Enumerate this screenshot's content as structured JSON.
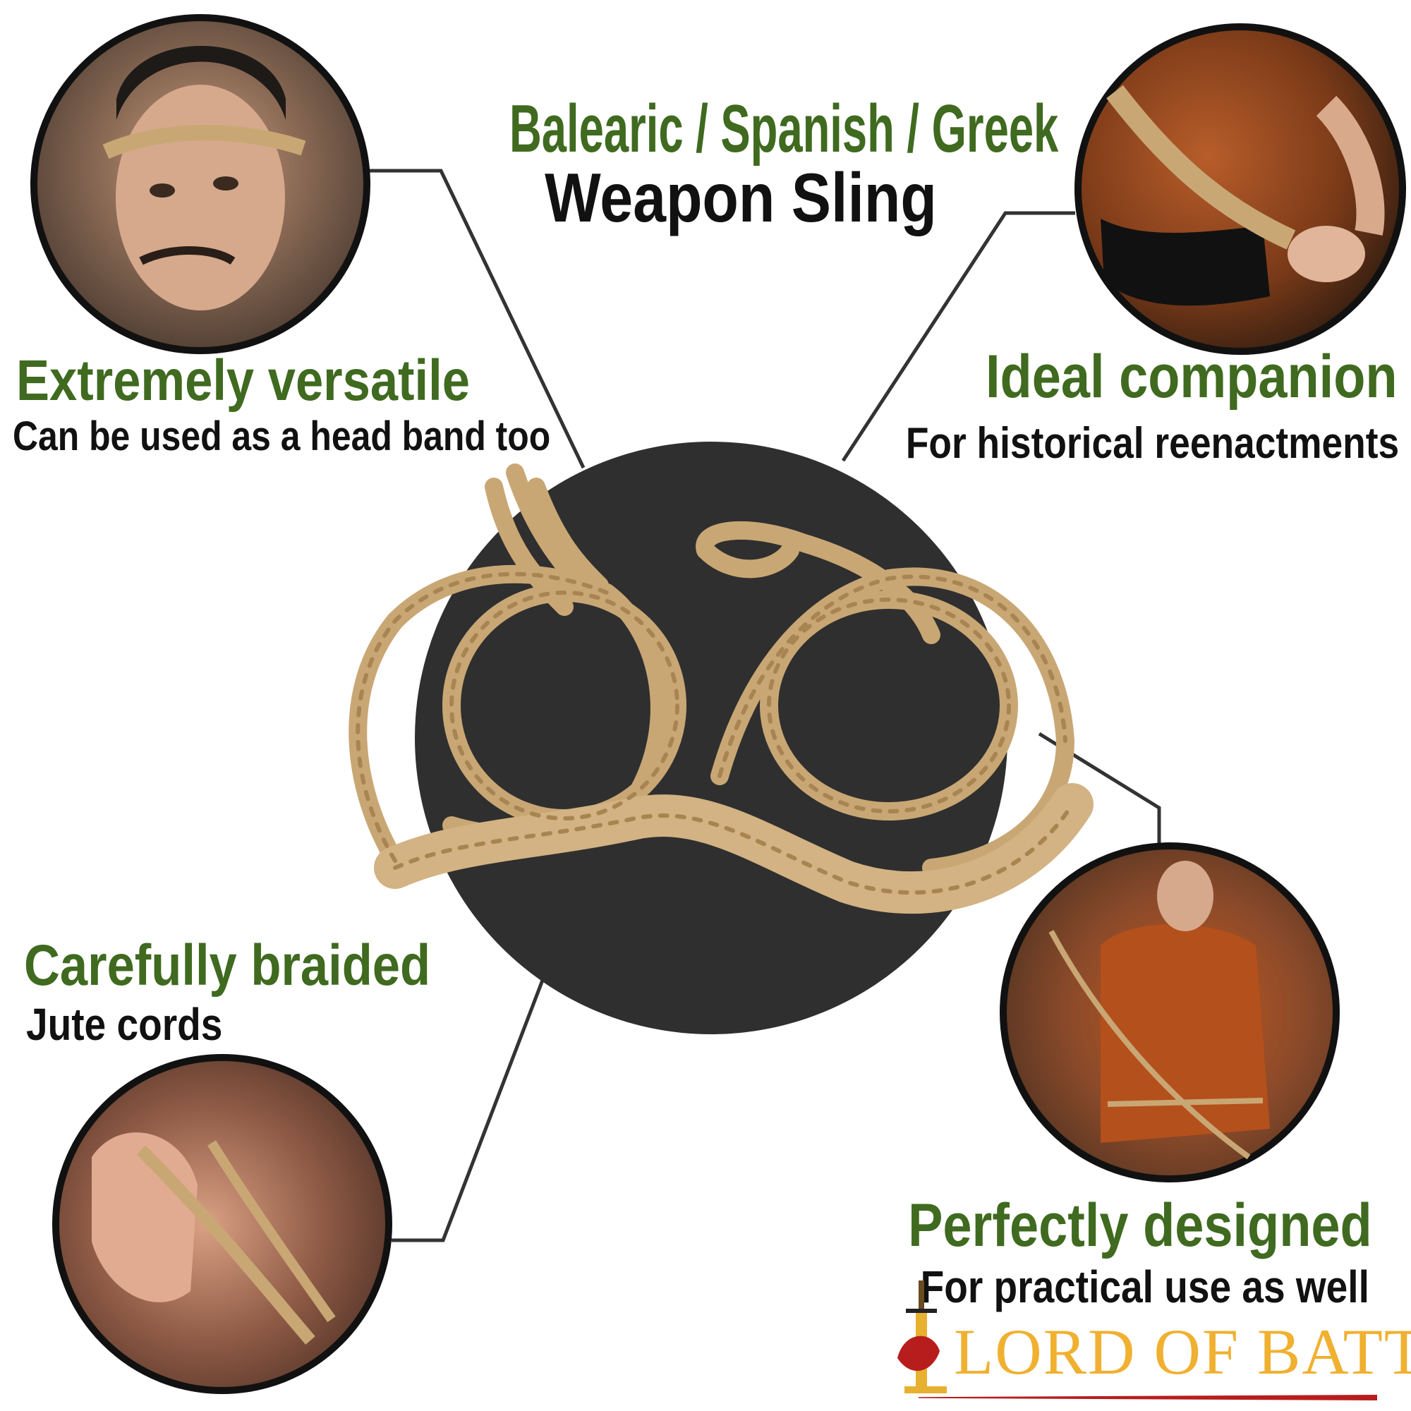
{
  "header": {
    "title_line1": "Balearic / Spanish / Greek",
    "title_line2": "Weapon Sling"
  },
  "features": [
    {
      "title": "Extremely versatile",
      "subtitle": "Can be used as a head band too"
    },
    {
      "title": "Ideal companion",
      "subtitle": "For historical reenactments"
    },
    {
      "title": "Carefully braided",
      "subtitle": "Jute cords"
    },
    {
      "title": "Perfectly designed",
      "subtitle": "For practical use as well"
    }
  ],
  "logo": {
    "text": "LORD OF BATTLES"
  },
  "colors": {
    "accent_green": "#3f6a1f",
    "jute": "#c9a774",
    "dark_circle": "#2f2f2f",
    "logo_gold": "#f0b030",
    "logo_red": "#b81d1d"
  }
}
